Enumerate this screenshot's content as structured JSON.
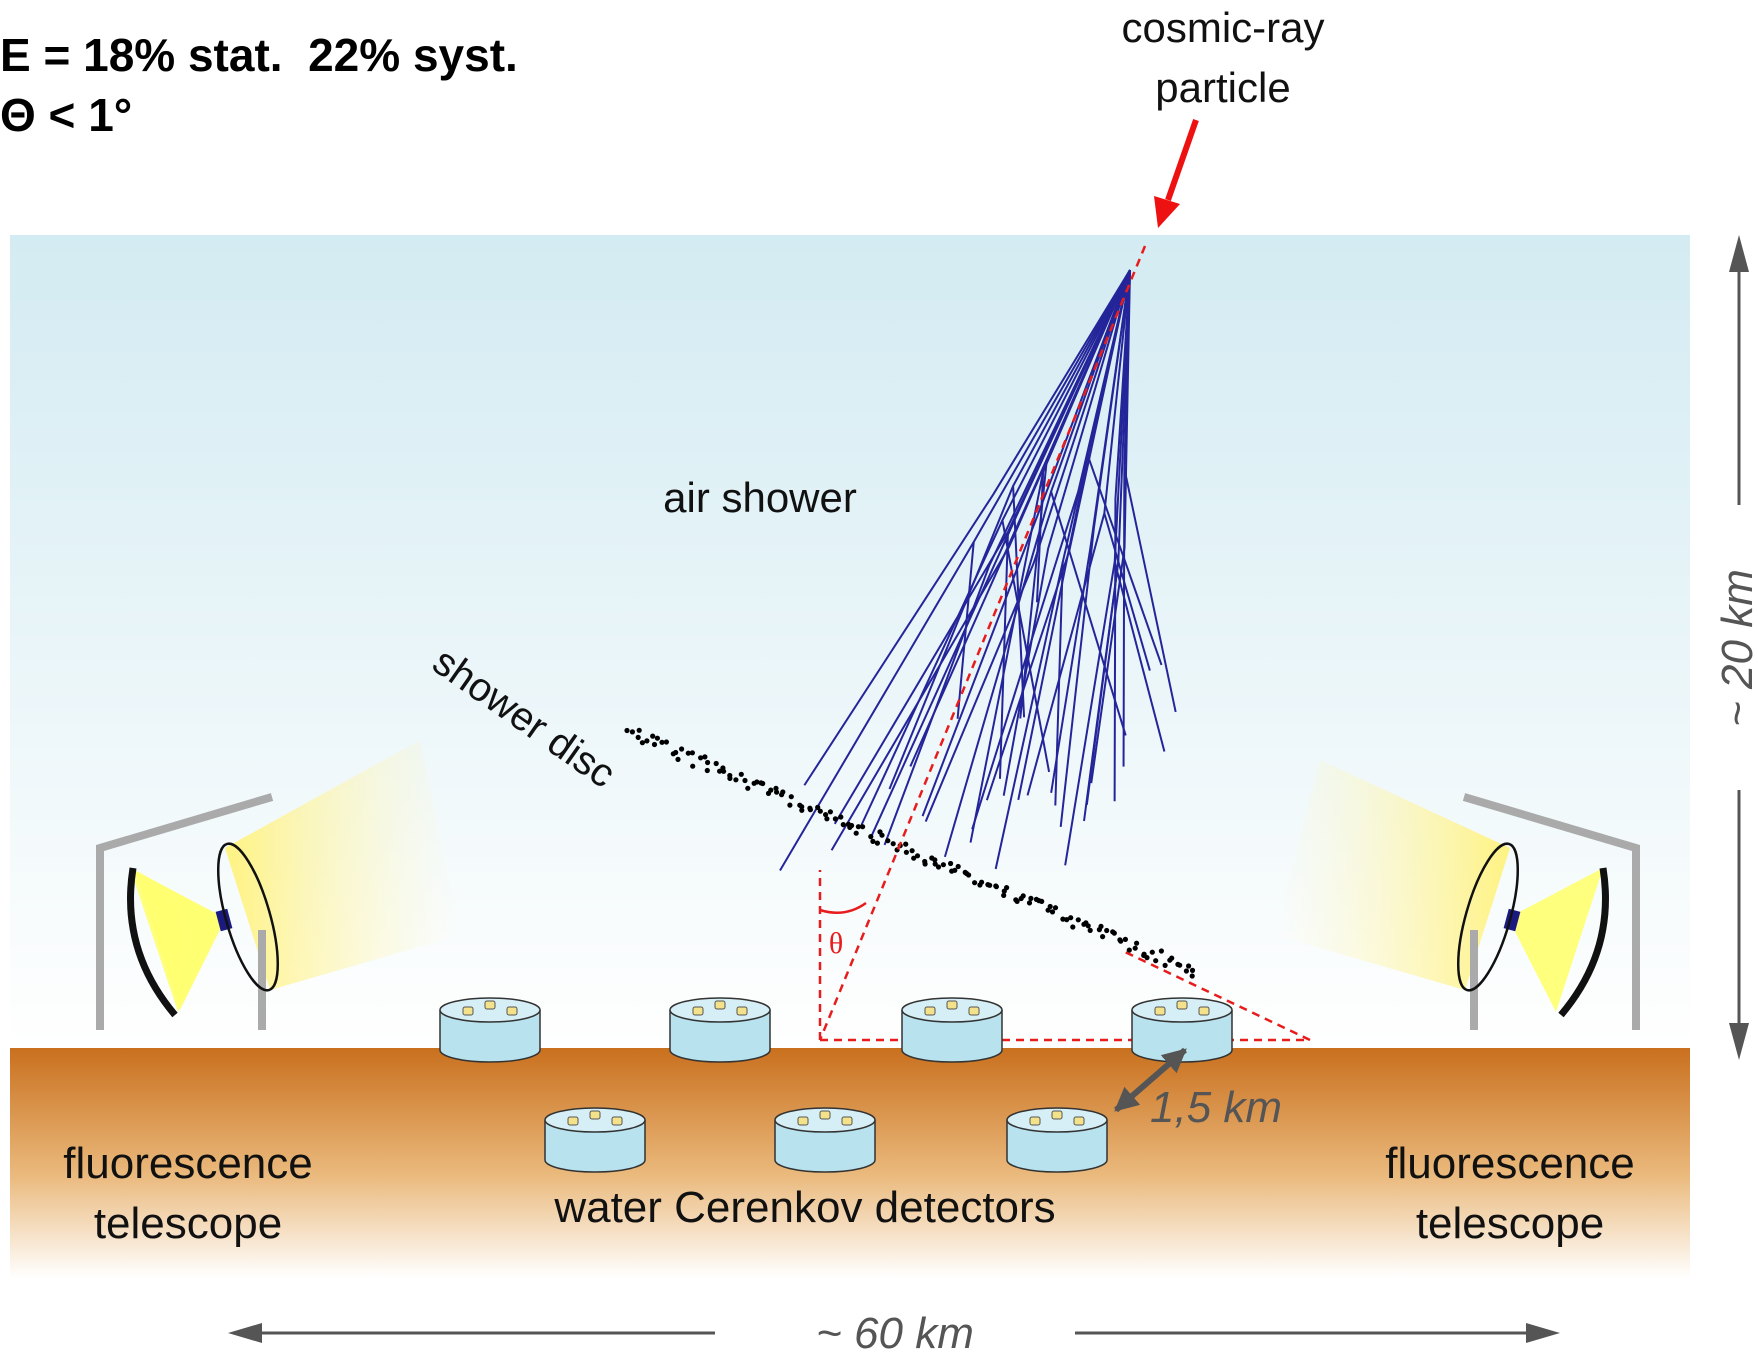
{
  "header": {
    "energy_line": "E = 18% stat.  22% syst.",
    "angle_line": "Θ < 1°"
  },
  "labels": {
    "cosmic_ray_line1": "cosmic-ray",
    "cosmic_ray_line2": "particle",
    "air_shower": "air shower",
    "shower_disc": "shower disc",
    "theta": "θ",
    "spacing": "1,5 km",
    "height": "~ 20 km",
    "width": "~ 60 km",
    "fluorescence_left_line1": "fluorescence",
    "fluorescence_left_line2": "telescope",
    "fluorescence_right_line1": "fluorescence",
    "fluorescence_right_line2": "telescope",
    "water_detectors": "water Cerenkov detectors"
  },
  "colors": {
    "sky_top": "#d3ebf2",
    "sky_bottom": "#ffffff",
    "ground_top": "#c9701e",
    "ground_bottom": "#ffffff",
    "shower_tracks": "#25259a",
    "axis_dashed": "#e81c1c",
    "arrow_primary": "#ee1111",
    "detector_water": "#b8e2ee",
    "telescope_light": "#fff27a",
    "dimension_arrows": "#555555"
  },
  "icons": {
    "incoming_arrow": "red-arrow-icon",
    "telescope": "fluorescence-telescope-icon",
    "detector": "water-tank-icon"
  }
}
